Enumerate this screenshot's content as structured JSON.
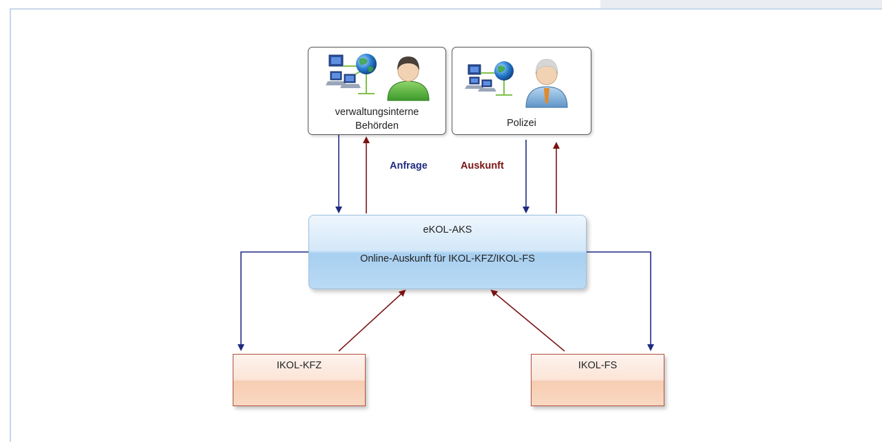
{
  "actors": {
    "left_label_line1": "verwaltungsinterne",
    "left_label_line2": "Behörden",
    "right_label": "Polizei"
  },
  "legend": {
    "request": "Anfrage",
    "response": "Auskunft",
    "request_color": "#1f2a80",
    "response_color": "#7a1414"
  },
  "hub": {
    "title": "eKOL-AKS",
    "subtitle": "Online-Auskunft für IKOL-KFZ/IKOL-FS"
  },
  "databases": {
    "left": "IKOL-KFZ",
    "right": "IKOL-FS"
  }
}
